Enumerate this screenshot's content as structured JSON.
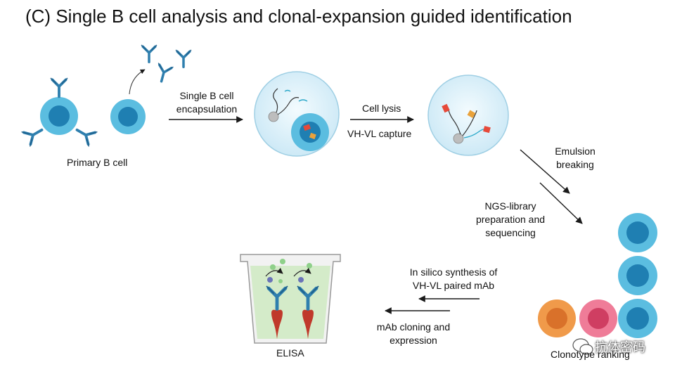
{
  "title": "(C) Single B cell analysis and clonal-expansion guided identification",
  "labels": {
    "primary_b_cell": "Primary B cell",
    "encapsulation_line1": "Single B cell",
    "encapsulation_line2": "encapsulation",
    "cell_lysis": "Cell lysis",
    "vh_vl_capture": "VH-VL capture",
    "emulsion_line1": "Emulsion",
    "emulsion_line2": "breaking",
    "ngs_line1": "NGS-library",
    "ngs_line2": "preparation and",
    "ngs_line3": "sequencing",
    "silico_line1": "In silico synthesis of",
    "silico_line2": "VH-VL paired mAb",
    "cloning_line1": "mAb cloning and",
    "cloning_line2": "expression",
    "elisa": "ELISA",
    "clonotype_ranking": "Clonotype ranking"
  },
  "watermark": "抗体密码",
  "colors": {
    "antibody": "#2f7fae",
    "cell_outer": "#5bbde0",
    "cell_nucleus": "#1f7fb2",
    "droplet_fill": "#d9f0f9",
    "orange_cell": "#e98b3c",
    "pink_cell": "#e2607d",
    "elisa_well": "#cfe8c4",
    "antigen": "#c0392b",
    "arrow": "#1a1a1a"
  },
  "icons": [
    "antibody-icon",
    "b-cell-icon",
    "droplet-icon",
    "bead-icon",
    "elisa-well-icon",
    "wechat-icon"
  ]
}
